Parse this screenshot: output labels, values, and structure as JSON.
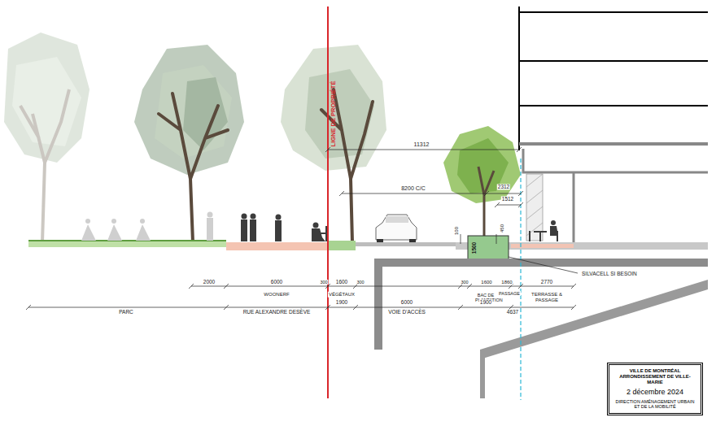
{
  "diagram": {
    "nodes": [
      {
        "text": [
          "VILLE DE MONTRÉAL ARRONDISSEMENT DE VILLE-MARIE",
          "2 décembre 2024",
          "DIRECTION AMÉNAGEMENT URBAIN ET DE LA MOBILITÉ"
        ]
      }
    ],
    "labels": [
      "LIGNE DE PROPRIÉTÉ",
      "11312",
      "8200 C/C",
      "2312",
      "1512",
      "450",
      "100",
      "1500",
      "SILVACELL SI BESOIN",
      "2000",
      "6000",
      "1600",
      "300",
      "300",
      "WOONERF",
      "VÉGÉTAUX",
      "300",
      "1600",
      "1860",
      "2770",
      "BAC DE PLANTATION",
      "PASSAGE",
      "TERRASSE & PASSAGE",
      "PARC",
      "RUE ALEXANDRE DESÈVE",
      "1900",
      "6000",
      "VOIE D'ACCÈS",
      "1900",
      "4637"
    ]
  }
}
